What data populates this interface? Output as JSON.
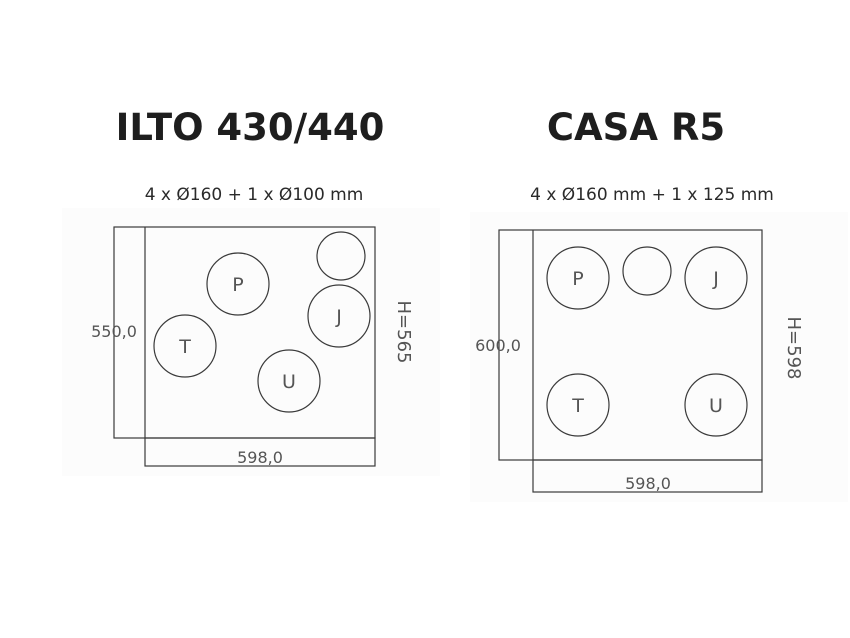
{
  "hobs": [
    {
      "title": "ILTO 430/440",
      "caption": "4 x Ø160 + 1 x Ø100 mm",
      "depth_label": "550,0",
      "width_label": "598,0",
      "height_label": "H=565",
      "zones": [
        "P",
        "T",
        "U",
        "J",
        ""
      ]
    },
    {
      "title": "CASA R5",
      "caption": "4 x Ø160 mm + 1 x 125 mm",
      "depth_label": "600,0",
      "width_label": "598,0",
      "height_label": "H=598",
      "zones": [
        "P",
        "",
        "J",
        "T",
        "U"
      ]
    }
  ]
}
